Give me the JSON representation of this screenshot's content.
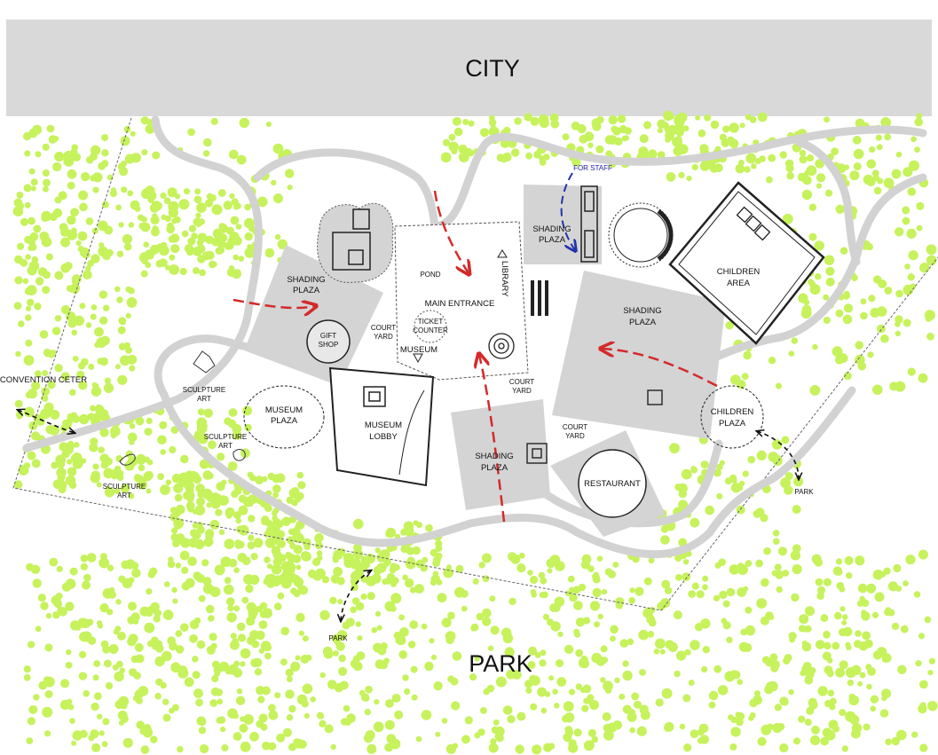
{
  "header": {
    "city": "CITY"
  },
  "footer": {
    "park": "PARK"
  },
  "areas": {
    "shading_plaza": "SHADING PLAZA",
    "gift_shop": "GIFT SHOP",
    "pond": "POND",
    "main_entrance": "MAIN ENTRANCE",
    "library": "LIBRARY",
    "ticket_counter": "TICKET COUNTER",
    "court_yard": "COURT YARD",
    "museum": "MUSEUM",
    "museum_lobby": "MUSEUM LOBBY",
    "museum_plaza": "MUSEUM PLAZA",
    "sculpture_art": "SCULPTURE ART",
    "children_area": "CHILDREN AREA",
    "children_plaza": "CHILDREN PLAZA",
    "restaurant": "RESTAURANT",
    "for_staff": "FOR STAFF",
    "convention_center": "CONVENTION CETER",
    "park_small": "PARK"
  },
  "colors": {
    "city_band": "#d9d9d9",
    "plaza": "#d4d4d4",
    "path": "#d2d2d2",
    "tree": "#c6f25c",
    "visitor_arrow": "#d42a2a",
    "staff_arrow": "#2233aa"
  }
}
